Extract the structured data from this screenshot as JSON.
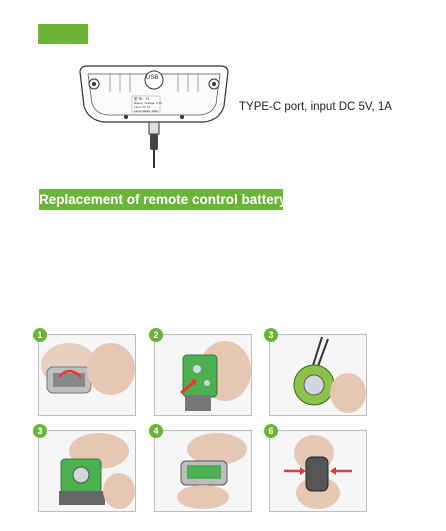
{
  "port_description": "TYPE-C port, input DC 5V, 1A",
  "device": {
    "usb_label": "USB",
    "back_text_1": "型 号：X1",
    "back_text_2": "Battery Voltage: 3.7V",
    "back_text_3": "Input: 5V 1A",
    "back_text_4": "Lamp Watts: 10W"
  },
  "section_title": "Replacement of remote control battery",
  "steps": [
    {
      "badge": "1"
    },
    {
      "badge": "2"
    },
    {
      "badge": "3"
    },
    {
      "badge": "3"
    },
    {
      "badge": "4"
    },
    {
      "badge": "6"
    }
  ],
  "colors": {
    "accent": "#6ab538",
    "arrow": "#e53935",
    "pcb": "#4caf50"
  }
}
